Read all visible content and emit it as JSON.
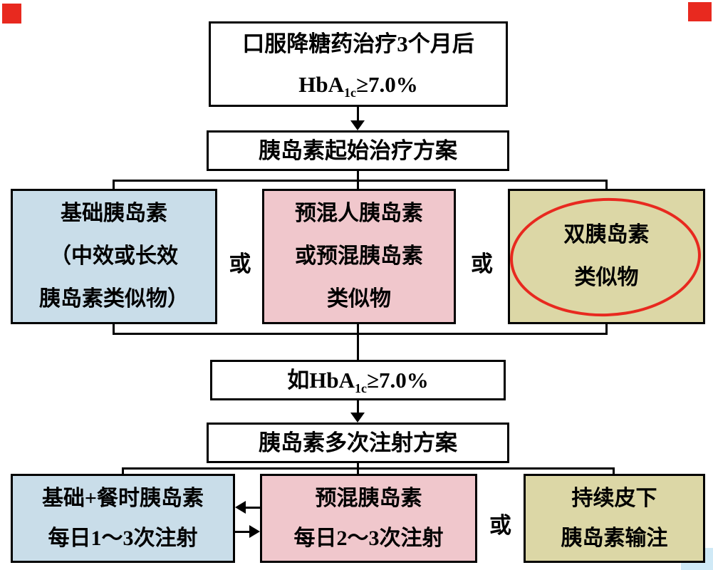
{
  "colors": {
    "blue_box": "#c9dde9",
    "pink_box": "#f0c7cc",
    "khaki_box": "#dcd7a6",
    "box_border": "#000000",
    "text": "#000000",
    "highlight_ellipse_red": "#e8291f",
    "corner_mark_red": "#e8291f",
    "corner_shape_blue": "#cfe9f6"
  },
  "flowchart": {
    "or_label": "或",
    "start_box": {
      "line1": "口服降糖药治疗3个月后",
      "line2_pre": "HbA",
      "line2_sub": "1c",
      "line2_post": "≥7.0%"
    },
    "initial_plan_box": {
      "label": "胰岛素起始治疗方案"
    },
    "row1": {
      "basal": {
        "line1": "基础胰岛素",
        "line2": "（中效或长效",
        "line3": "胰岛素类似物）"
      },
      "premix_human": {
        "line1": "预混人胰岛素",
        "line2": "或预混胰岛素",
        "line3": "类似物"
      },
      "dual_insulin": {
        "line1": "双胰岛素",
        "line2": "类似物"
      }
    },
    "check_box": {
      "pre": "如HbA",
      "sub": "1c",
      "post": "≥7.0%"
    },
    "multi_injection_box": {
      "label": "胰岛素多次注射方案"
    },
    "row2": {
      "basal_plus_bolus": {
        "line1": "基础+餐时胰岛素",
        "line2": "每日1～3次注射"
      },
      "premix": {
        "line1": "预混胰岛素",
        "line2": "每日2～3次注射"
      },
      "csii": {
        "line1": "持续皮下",
        "line2": "胰岛素输注"
      }
    }
  }
}
